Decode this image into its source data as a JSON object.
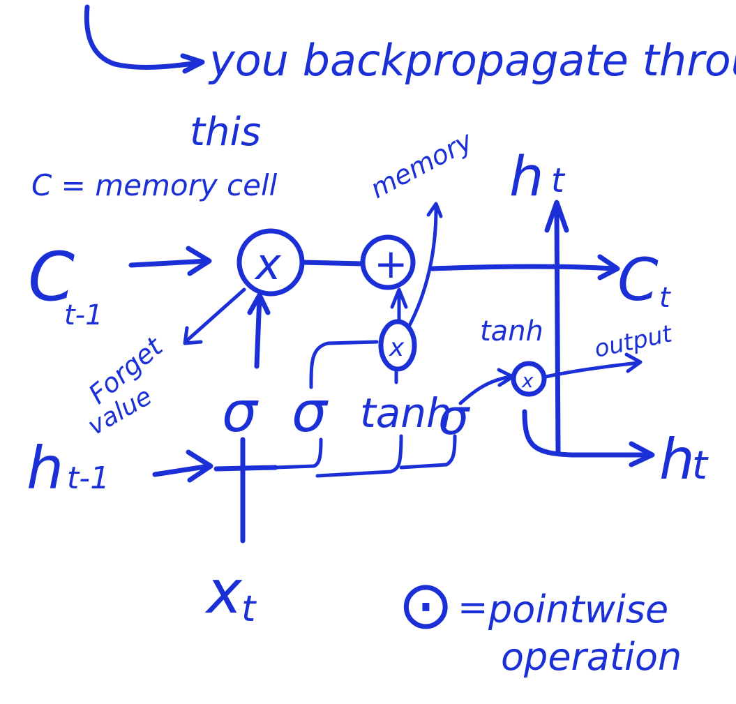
{
  "header": {
    "line1": "you backpropagate through",
    "line2": "this",
    "line3": "memory."
  },
  "labels": {
    "c_def": "C = memory cell",
    "memory": "memory",
    "forget_value": "Forget",
    "forget_value2": "value",
    "tanh_top": "tanh",
    "output": "output",
    "sigma": "σ",
    "tanh_mid": "tanh",
    "multiply": "x",
    "plus": "+",
    "small_x": "x",
    "c_prev": "C",
    "c_prev_sub": "t-1",
    "c_t": "C",
    "c_t_sub": "t",
    "h_prev": "h",
    "h_prev_sub": "t-1",
    "h_t_top": "h",
    "h_t_top_sub": "t",
    "h_t_right": "h",
    "h_t_right_sub": "t",
    "x_t": "x",
    "x_t_sub": "t",
    "pointwise_symbol": "⊙",
    "pointwise_eq": "=",
    "pointwise_1": "pointwise",
    "pointwise_2": "operation"
  },
  "colors": {
    "ink": "#1a2fd6",
    "background": "#ffffff"
  }
}
